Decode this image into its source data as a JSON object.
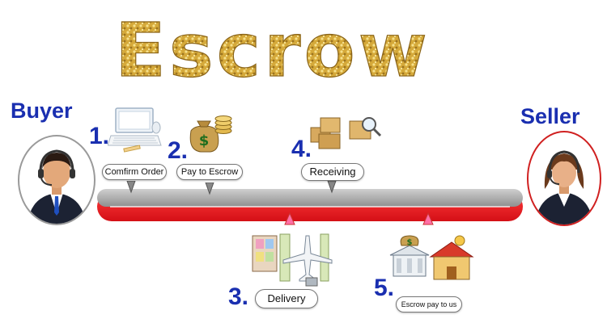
{
  "title": "Escrow",
  "buyer_label": "Buyer",
  "seller_label": "Seller",
  "steps": [
    {
      "number": "1.",
      "label": "Comfirm Order"
    },
    {
      "number": "2.",
      "label": "Pay to Escrow"
    },
    {
      "number": "3.",
      "label": "Delivery"
    },
    {
      "number": "4.",
      "label": "Receiving"
    },
    {
      "number": "5.",
      "label": "Escrow pay to us"
    }
  ],
  "icons": {
    "step1": "computer-icon",
    "step2": "money-bag-icon",
    "step3": "shipping-icon",
    "step4": "package-inspect-icon",
    "step5": "bank-house-icon"
  },
  "colors": {
    "title_gold": "#d8b040",
    "label_blue": "#1a2fb0",
    "bar_red": "#ee1c24",
    "bar_gray": "#a9a9a9",
    "seller_ring": "#d02020"
  }
}
